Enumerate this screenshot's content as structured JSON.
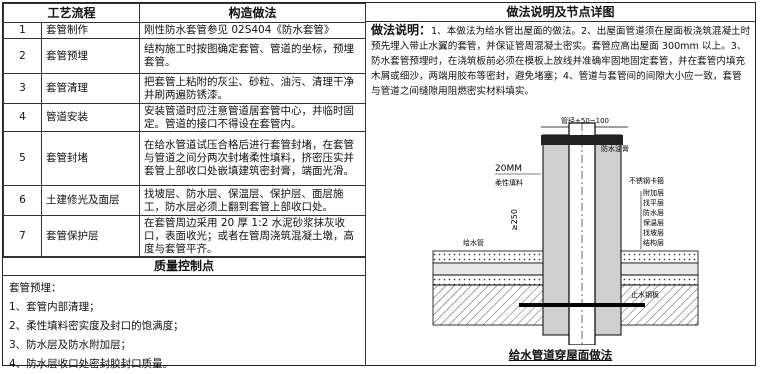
{
  "left_table": {
    "headers": [
      "工艺流程",
      "",
      "构造做法"
    ],
    "rows": [
      {
        "num": "1",
        "name": "套管制作",
        "desc": "刚性防水套管参见 02S404《防水套管》"
      },
      {
        "num": "2",
        "name": "套管预埋",
        "desc": "结构施工时按图确定套管、管道的坐标，预埋套管。"
      },
      {
        "num": "3",
        "name": "套管清理",
        "desc": "把套管上粘附的灰尘、砂粒、油污、清理干净并刷两遍防锈漆。"
      },
      {
        "num": "4",
        "name": "管道安装",
        "desc": "安装管道时应注意管道居套管中心，并临时固定。管道的接口不得设在套管内。"
      },
      {
        "num": "5",
        "name": "套管封堵",
        "desc": "在给水管道试压合格后进行套管封堵，在套管与管道之间分两次封堵柔性填料，挤密压实并套管上部收口处嵌填建筑密封膏，端面光滑。"
      },
      {
        "num": "6",
        "name": "土建修光及面层",
        "desc": "找坡层、防水层、保温层、保护层、面层施工，防水层必须上翻到套管上部收口处。"
      },
      {
        "num": "7",
        "name": "套管保护层",
        "desc": "在套管周边采用 20 厚 1:2 水泥砂浆抹灰收口，表面收光；或者在管周浇筑混凝土墩，高度与套管平齐。"
      }
    ]
  },
  "quality": {
    "title": "质量控制点",
    "lines": [
      "套管预埋：",
      "1、套管内部清理；",
      "2、柔性填料密实度及封口的饱满度；",
      "3、防水层及防水附加层；",
      "4、防水层收口处密封胶封口质量。"
    ]
  },
  "right": {
    "title": "做法说明及节点详图",
    "lead": "做法说明：",
    "text": "1、本做法为给水管出屋面的做法。2、出屋面管道须在屋面板浇筑混凝土时预先埋入带止水翼的套管，并保证管周混凝土密实。套管应高出屋面 300mm 以上。3、防水套管预埋时，在浇筑板前必须在模板上放线并准确牢固地固定套管，并在套管内填充木屑或细沙，两端用胶布等密封，避免堵塞；4、管道与套管间的间隙大小应一致，套管与管道之间缝隙用阻燃密实材料填实。",
    "caption": "给水管道穿屋面做法"
  },
  "drawing_labels": {
    "top_dim": "管径+50~100",
    "thickness": "20MM",
    "bead": "防水油膏",
    "flex_fill": "柔性填料",
    "height": "≥250",
    "legend_top": "不锈钢卡箍",
    "legend_items": [
      "附加层",
      "找平层",
      "防水层",
      "保温层",
      "找坡层",
      "结构层"
    ],
    "steel": "止水钢板",
    "pipe_note": "给水管"
  }
}
